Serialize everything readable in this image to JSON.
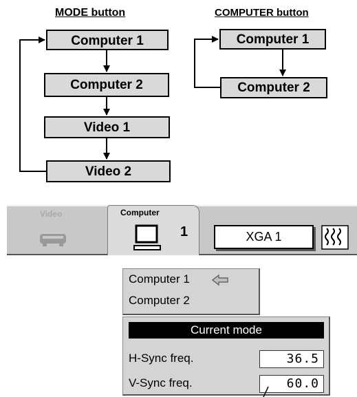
{
  "diagram": {
    "mode_title": "MODE button",
    "mode_boxes": [
      "Computer 1",
      "Computer 2",
      "Video 1",
      "Video 2"
    ],
    "computer_title": "COMPUTER button",
    "computer_boxes": [
      "Computer 1",
      "Computer 2"
    ]
  },
  "osd": {
    "tabs": [
      {
        "label": "Video",
        "icon": "video-player-icon",
        "active": false
      },
      {
        "label": "Computer",
        "icon": "computer-monitor-icon",
        "active": true
      }
    ],
    "port_number": "1",
    "mode_value": "XGA 1",
    "scroll_icon": "scroll-wave-icon",
    "menu": {
      "items": [
        "Computer 1",
        "Computer 2"
      ],
      "selected_icon": "back-arrow-icon"
    },
    "current_mode": {
      "header": "Current mode",
      "rows": [
        {
          "label": "H-Sync freq.",
          "value": "36.5"
        },
        {
          "label": "V-Sync freq.",
          "value": "60.0"
        }
      ]
    }
  }
}
